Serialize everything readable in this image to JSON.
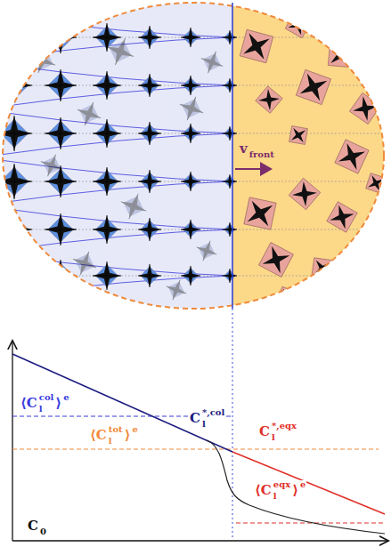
{
  "diagram": {
    "labels": [
      "v",
      "front",
      "C",
      "*,col",
      "l",
      "C",
      "*,eqx",
      "l",
      "⟨C",
      "col",
      "l",
      "⟩",
      "e",
      "⟨C",
      "tot",
      "l",
      "⟩",
      "e",
      "⟨C",
      "eqx",
      "l",
      "⟩",
      "e",
      "C",
      "0"
    ]
  }
}
